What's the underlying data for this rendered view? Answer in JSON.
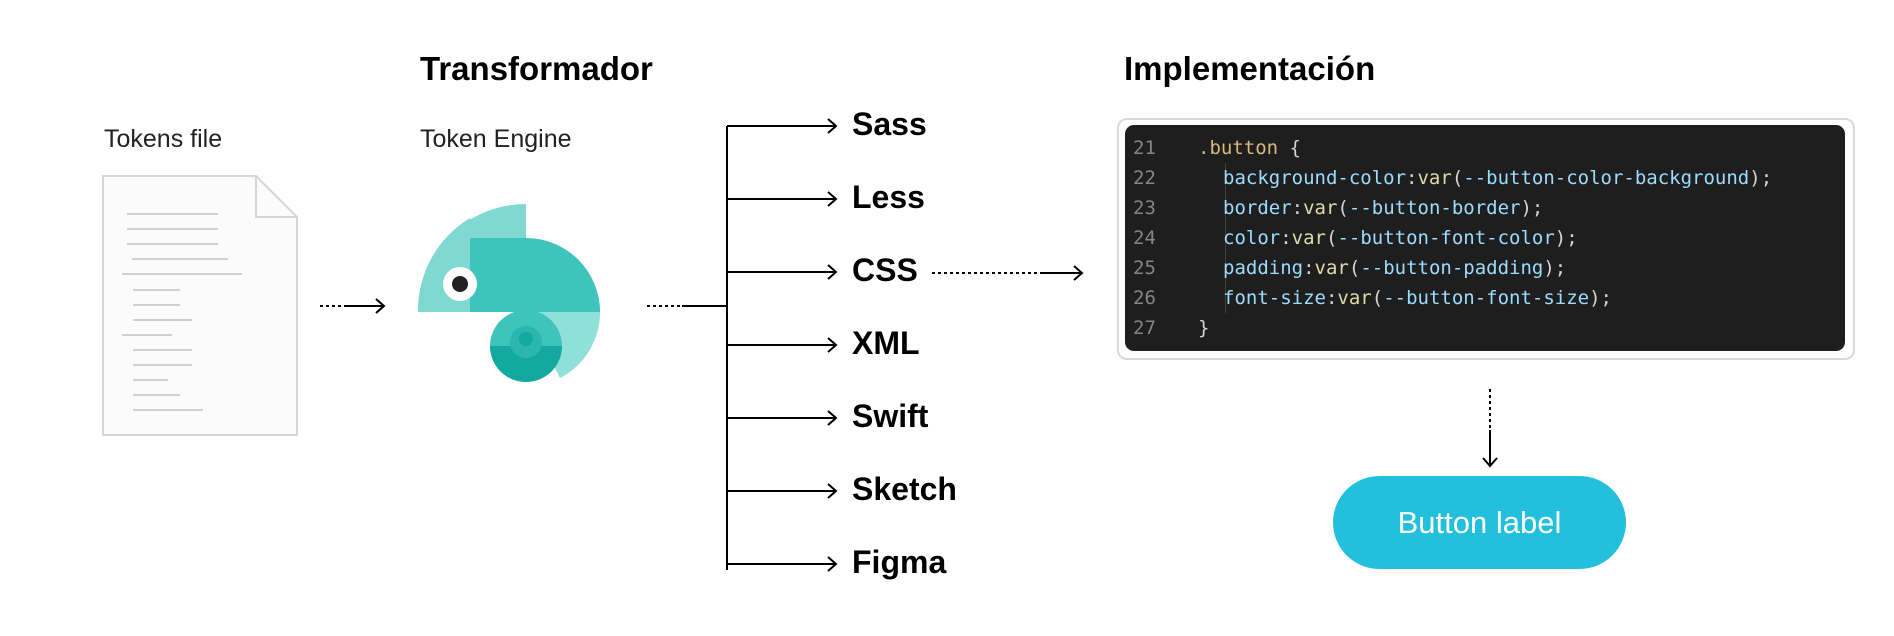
{
  "headings": {
    "transformer": "Transformador",
    "implementation": "Implementación"
  },
  "labels": {
    "tokens_file": "Tokens file",
    "token_engine": "Token Engine"
  },
  "outputs": [
    "Sass",
    "Less",
    "CSS",
    "XML",
    "Swift",
    "Sketch",
    "Figma"
  ],
  "code": {
    "lines": [
      {
        "num": "21",
        "parts": [
          {
            "t": ".button",
            "c": "sel"
          },
          {
            "t": " {",
            "c": "punc"
          }
        ],
        "indent": false
      },
      {
        "num": "22",
        "parts": [
          {
            "t": "background-color",
            "c": "prop"
          },
          {
            "t": ":",
            "c": "punc"
          },
          {
            "t": "var",
            "c": "fn"
          },
          {
            "t": "(",
            "c": "punc"
          },
          {
            "t": "--button-color-background",
            "c": "prop"
          },
          {
            "t": ");",
            "c": "punc"
          }
        ],
        "indent": true
      },
      {
        "num": "23",
        "parts": [
          {
            "t": "border",
            "c": "prop"
          },
          {
            "t": ":",
            "c": "punc"
          },
          {
            "t": "var",
            "c": "fn"
          },
          {
            "t": "(",
            "c": "punc"
          },
          {
            "t": "--button-border",
            "c": "prop"
          },
          {
            "t": ");",
            "c": "punc"
          }
        ],
        "indent": true
      },
      {
        "num": "24",
        "parts": [
          {
            "t": "color",
            "c": "prop"
          },
          {
            "t": ":",
            "c": "punc"
          },
          {
            "t": "var",
            "c": "fn"
          },
          {
            "t": "(",
            "c": "punc"
          },
          {
            "t": "--button-font-color",
            "c": "prop"
          },
          {
            "t": ");",
            "c": "punc"
          }
        ],
        "indent": true
      },
      {
        "num": "25",
        "parts": [
          {
            "t": "padding",
            "c": "prop"
          },
          {
            "t": ":",
            "c": "punc"
          },
          {
            "t": "var",
            "c": "fn"
          },
          {
            "t": "(",
            "c": "punc"
          },
          {
            "t": "--button-padding",
            "c": "prop"
          },
          {
            "t": ");",
            "c": "punc"
          }
        ],
        "indent": true
      },
      {
        "num": "26",
        "parts": [
          {
            "t": "font-size",
            "c": "prop"
          },
          {
            "t": ":",
            "c": "punc"
          },
          {
            "t": "var",
            "c": "fn"
          },
          {
            "t": "(",
            "c": "punc"
          },
          {
            "t": "--button-font-size",
            "c": "prop"
          },
          {
            "t": ");",
            "c": "punc"
          }
        ],
        "indent": true
      },
      {
        "num": "27",
        "parts": [
          {
            "t": "}",
            "c": "punc"
          }
        ],
        "indent": false
      }
    ]
  },
  "button": {
    "label": "Button label"
  },
  "colors": {
    "accent": "#22c0dd",
    "chameleon_light": "#7fd8d2",
    "chameleon_mid": "#3fc4bb",
    "chameleon_dark": "#13a99f",
    "code_bg": "#1e1e1e"
  },
  "icons": {
    "tokens_file": "document-icon",
    "token_engine": "chameleon-logo-icon"
  }
}
